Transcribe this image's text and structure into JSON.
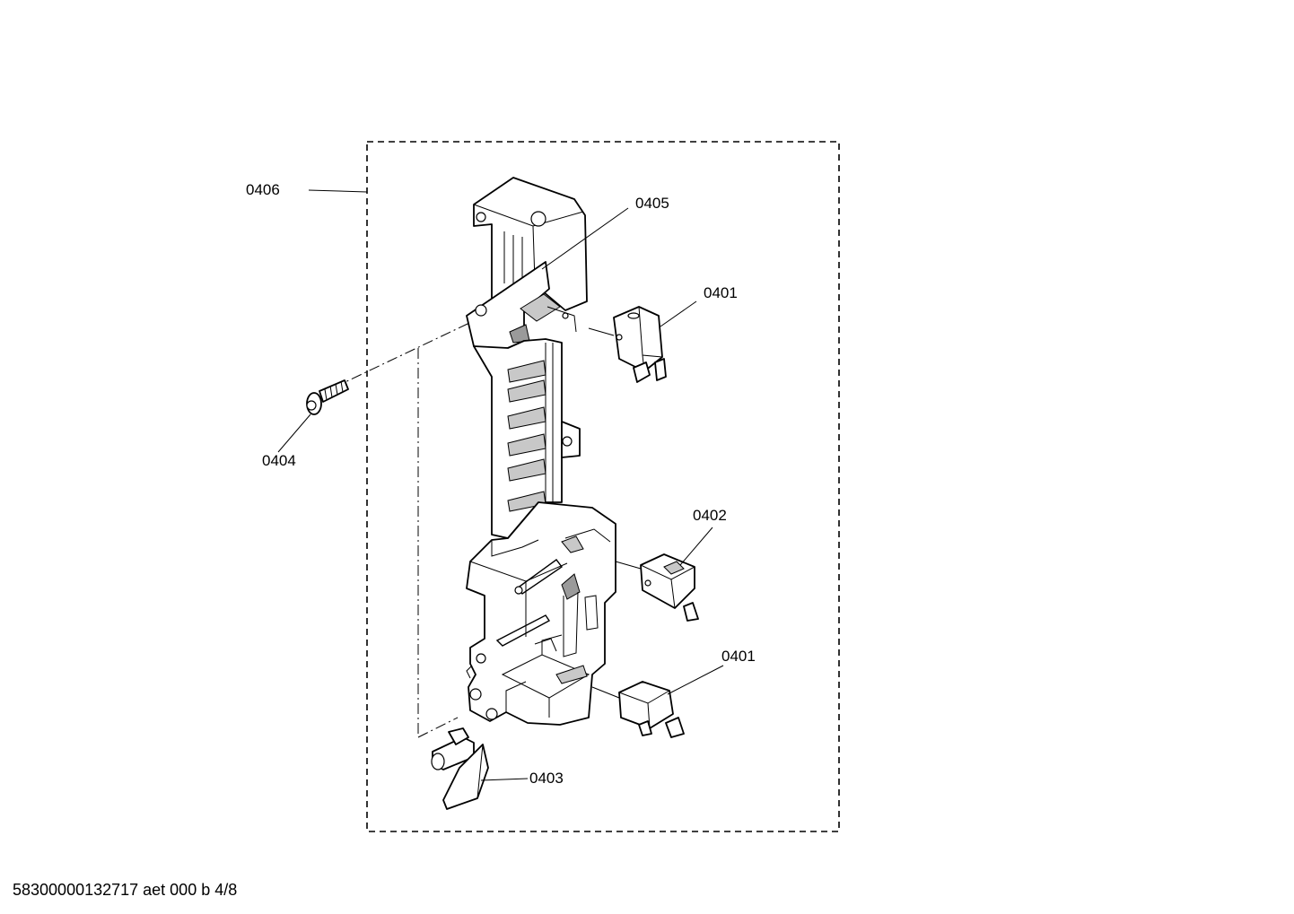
{
  "callouts": {
    "c0406": "0406",
    "c0405": "0405",
    "c0401_top": "0401",
    "c0404": "0404",
    "c0402": "0402",
    "c0401_bottom": "0401",
    "c0403": "0403"
  },
  "footer": "58300000132717 aet 000 b 4/8"
}
